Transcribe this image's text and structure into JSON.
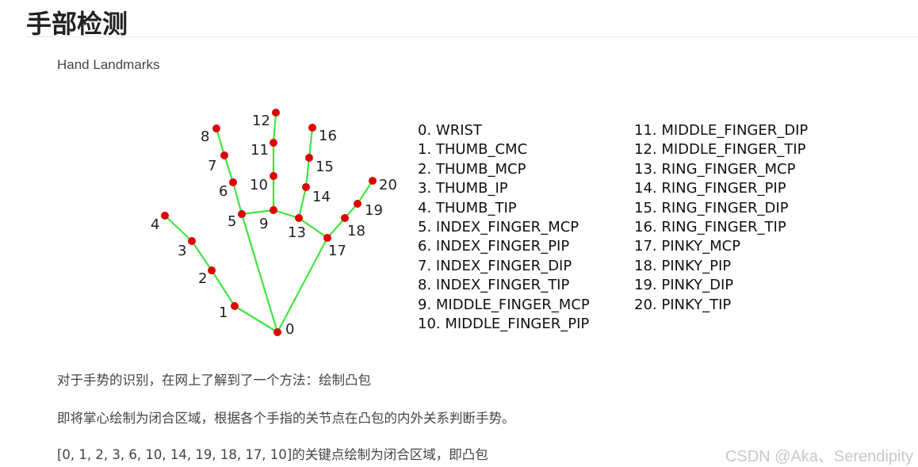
{
  "heading": "手部检测",
  "figure_caption": "Hand Landmarks",
  "diagram": {
    "colors": {
      "bone": "#3ee63e",
      "joint": "#e00000",
      "label": "#222222"
    },
    "landmark_labels": [
      "0",
      "1",
      "2",
      "3",
      "4",
      "5",
      "6",
      "7",
      "8",
      "9",
      "10",
      "11",
      "12",
      "13",
      "14",
      "15",
      "16",
      "17",
      "18",
      "19",
      "20"
    ]
  },
  "legend_left": [
    "0. WRIST",
    "1. THUMB_CMC",
    "2. THUMB_MCP",
    "3. THUMB_IP",
    "4. THUMB_TIP",
    "5. INDEX_FINGER_MCP",
    "6. INDEX_FINGER_PIP",
    "7. INDEX_FINGER_DIP",
    "8. INDEX_FINGER_TIP",
    "9. MIDDLE_FINGER_MCP",
    "10. MIDDLE_FINGER_PIP"
  ],
  "legend_right": [
    "11. MIDDLE_FINGER_DIP",
    "12. MIDDLE_FINGER_TIP",
    "13. RING_FINGER_MCP",
    "14. RING_FINGER_PIP",
    "15. RING_FINGER_DIP",
    "16. RING_FINGER_TIP",
    "17. PINKY_MCP",
    "18. PINKY_PIP",
    "19. PINKY_DIP",
    "20. PINKY_TIP"
  ],
  "paragraphs": [
    "对于手势的识别，在网上了解到了一个方法：绘制凸包",
    "即将掌心绘制为闭合区域，根据各个手指的关节点在凸包的内外关系判断手势。",
    "[0, 1, 2, 3, 6, 10, 14, 19, 18, 17, 10]的关键点绘制为闭合区域，即凸包"
  ],
  "watermark": "CSDN @Aka、Serendipity"
}
